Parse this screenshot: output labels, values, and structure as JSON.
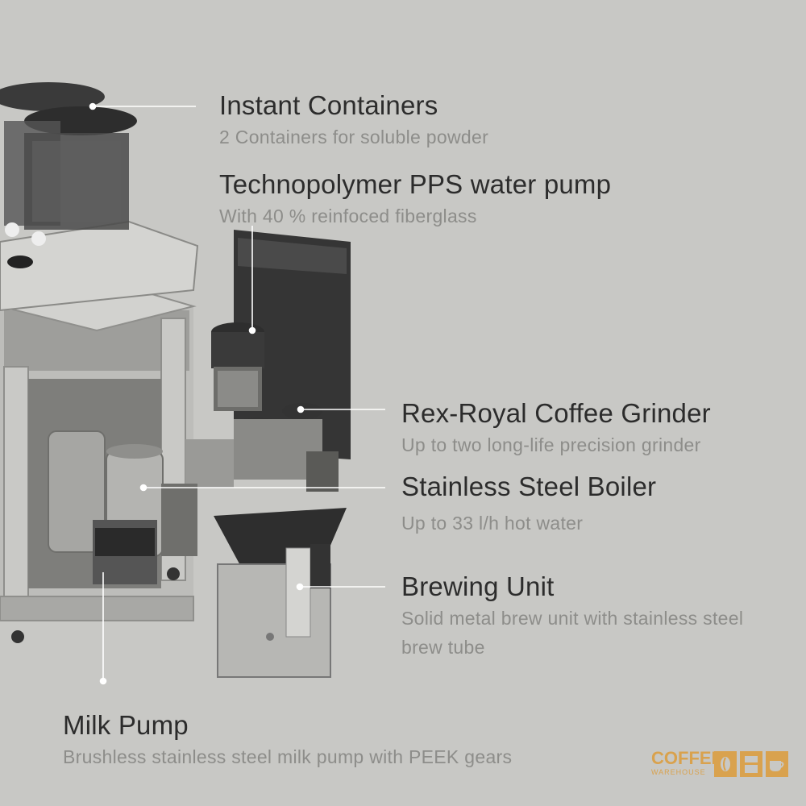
{
  "features": [
    {
      "title": "Instant Containers",
      "description": "2 Containers for soluble powder"
    },
    {
      "title": "Technopolymer PPS water pump",
      "description": "With 40 % reinfoced fiberglass"
    },
    {
      "title": "Rex-Royal Coffee Grinder",
      "description": "Up to two long-life precision grinder"
    },
    {
      "title": "Stainless Steel Boiler",
      "description": "Up to 33 l/h hot water"
    },
    {
      "title": "Brewing Unit",
      "description": "Solid metal brew unit with stainless steel brew tube"
    },
    {
      "title": "Milk Pump",
      "description": "Brushless stainless steel milk pump with PEEK gears"
    }
  ],
  "brand": {
    "name": "COFFEE",
    "subtitle": "WAREHOUSE",
    "color": "#d9a24e",
    "icons": [
      "coffee-bean-icon",
      "grinder-icon",
      "coffee-cup-icon"
    ]
  },
  "colors": {
    "background": "#c8c8c5",
    "title": "#2c2c2c",
    "description": "#8d8d8a",
    "leader": "#ffffff"
  }
}
